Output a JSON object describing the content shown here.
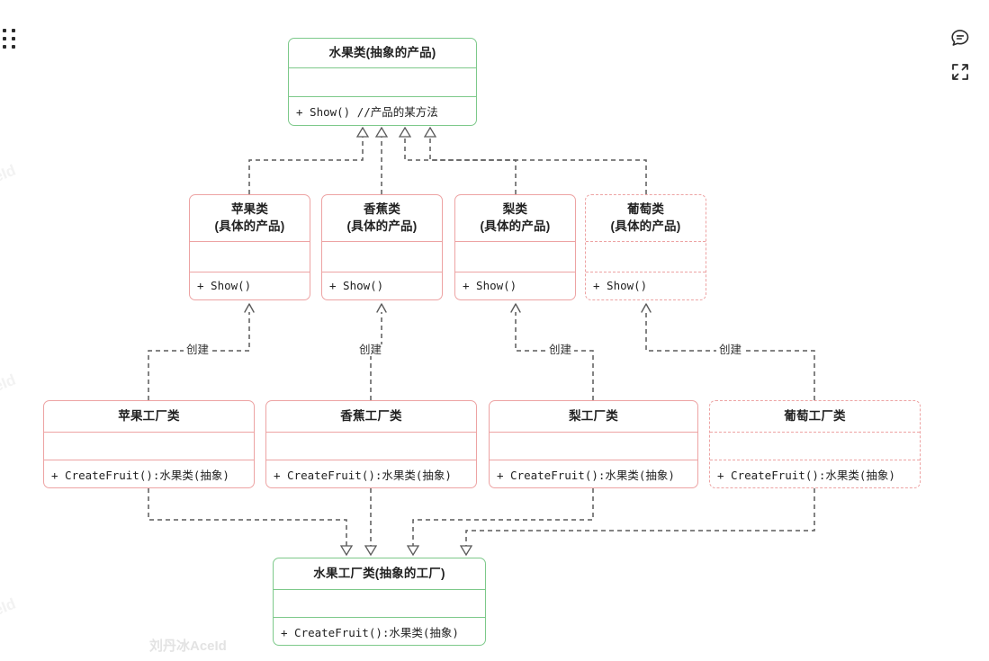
{
  "chrome": {
    "drag_handle_name": "drag-handle",
    "comment_icon": "comment-icon",
    "fullscreen_icon": "fullscreen-icon"
  },
  "watermarks": {
    "main": "刘丹冰AceId",
    "side": [
      "eId",
      "eId",
      "eId"
    ]
  },
  "diagram": {
    "type": "uml-class-diagram",
    "colors": {
      "abstract_border": "#7dc98a",
      "concrete_border": "#eda3a3",
      "connector": "#5a5a5a",
      "background": "#ffffff"
    },
    "classes": {
      "abstract_product": {
        "title": "水果类(抽象的产品)",
        "attributes": "",
        "operations": "+ Show()  //产品的某方法",
        "style": "green-solid"
      },
      "products": [
        {
          "title": "苹果类\n(具体的产品)",
          "title_l1": "苹果类",
          "title_l2": "(具体的产品)",
          "attributes": "",
          "operations": "+ Show()",
          "style": "pink-solid"
        },
        {
          "title": "香蕉类\n(具体的产品)",
          "title_l1": "香蕉类",
          "title_l2": "(具体的产品)",
          "attributes": "",
          "operations": "+ Show()",
          "style": "pink-solid"
        },
        {
          "title": "梨类\n(具体的产品)",
          "title_l1": "梨类",
          "title_l2": "(具体的产品)",
          "attributes": "",
          "operations": "+ Show()",
          "style": "pink-solid"
        },
        {
          "title": "葡萄类\n(具体的产品)",
          "title_l1": "葡萄类",
          "title_l2": "(具体的产品)",
          "attributes": "",
          "operations": "+ Show()",
          "style": "pink-dashed"
        }
      ],
      "factories": [
        {
          "title": "苹果工厂类",
          "attributes": "",
          "operations": "+ CreateFruit():水果类(抽象)",
          "style": "pink-solid"
        },
        {
          "title": "香蕉工厂类",
          "attributes": "",
          "operations": "+ CreateFruit():水果类(抽象)",
          "style": "pink-solid"
        },
        {
          "title": "梨工厂类",
          "attributes": "",
          "operations": "+ CreateFruit():水果类(抽象)",
          "style": "pink-solid"
        },
        {
          "title": "葡萄工厂类",
          "attributes": "",
          "operations": "+ CreateFruit():水果类(抽象)",
          "style": "pink-dashed"
        }
      ],
      "abstract_factory": {
        "title": "水果工厂类(抽象的工厂)",
        "attributes": "",
        "operations": "+ CreateFruit():水果类(抽象)",
        "style": "green-solid"
      }
    },
    "edge_labels": {
      "create": "创建",
      "create_1": "创建",
      "create_2": "创建",
      "create_3": "创建",
      "create_4": "创建"
    }
  }
}
